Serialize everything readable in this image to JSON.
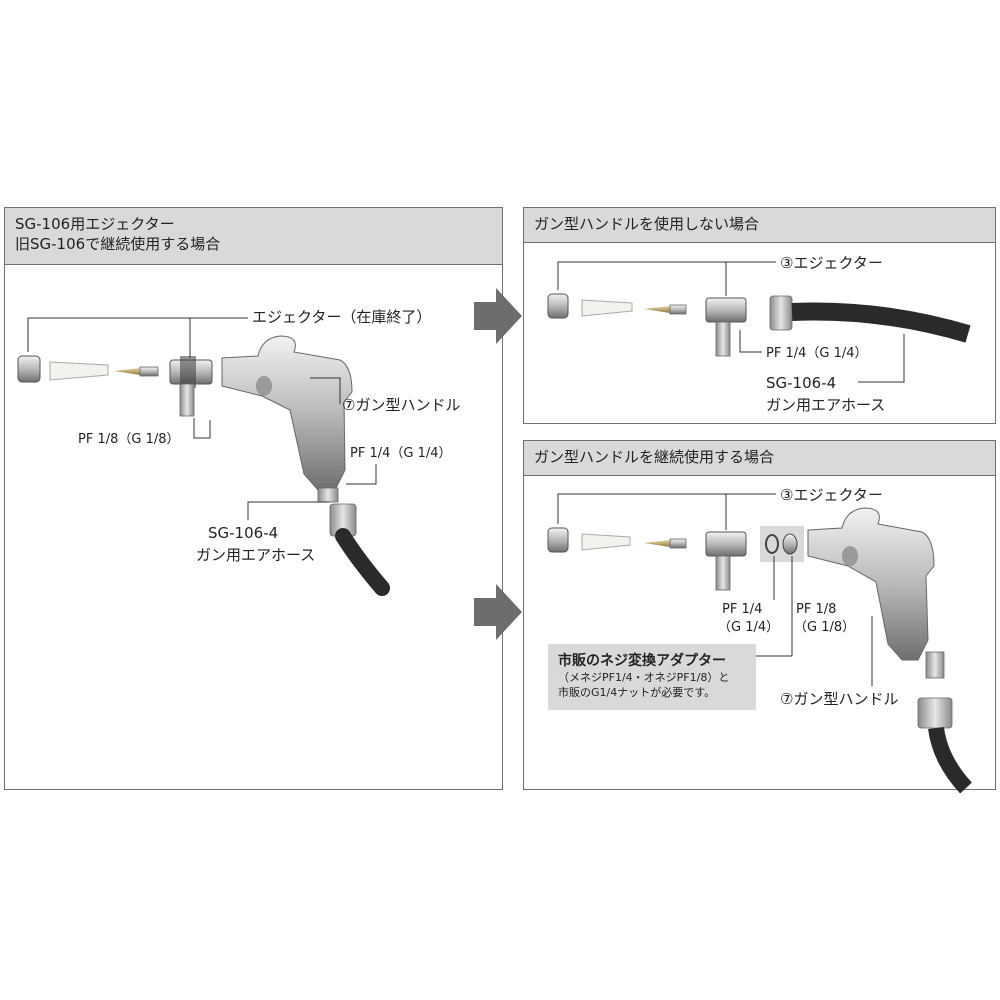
{
  "panels": {
    "left": {
      "title_line1": "SG-106用エジェクター",
      "title_line2": "旧SG-106で継続使用する場合",
      "labels": {
        "ejector": "エジェクター（在庫終了）",
        "gun_handle": "⑦ガン型ハンドル",
        "pf18": "PF 1/8（G 1/8）",
        "pf14": "PF 1/4（G 1/4）",
        "hose_code": "SG-106-4",
        "hose_name": "ガン用エアホース"
      }
    },
    "top_right": {
      "title": "ガン型ハンドルを使用しない場合",
      "labels": {
        "ejector": "③エジェクター",
        "pf14": "PF 1/4（G 1/4）",
        "hose_code": "SG-106-4",
        "hose_name": "ガン用エアホース"
      }
    },
    "bottom_right": {
      "title": "ガン型ハンドルを継続使用する場合",
      "labels": {
        "ejector": "③エジェクター",
        "pf14_a": "PF 1/4",
        "pf14_b": "（G 1/4）",
        "pf18_a": "PF 1/8",
        "pf18_b": "（G 1/8）",
        "gun_handle": "⑦ガン型ハンドル"
      },
      "note": {
        "title": "市販のネジ変換アダプター",
        "line1": "（メネジPF1/4・オネジPF1/8）と",
        "line2": "市販のG1/4ナットが必要です。"
      }
    }
  },
  "colors": {
    "header_bg": "#d9d9d9",
    "border": "#6f6f6f",
    "arrow": "#6d6d6d",
    "hose": "#2a2a2a",
    "metal": "#c8c8c8"
  }
}
